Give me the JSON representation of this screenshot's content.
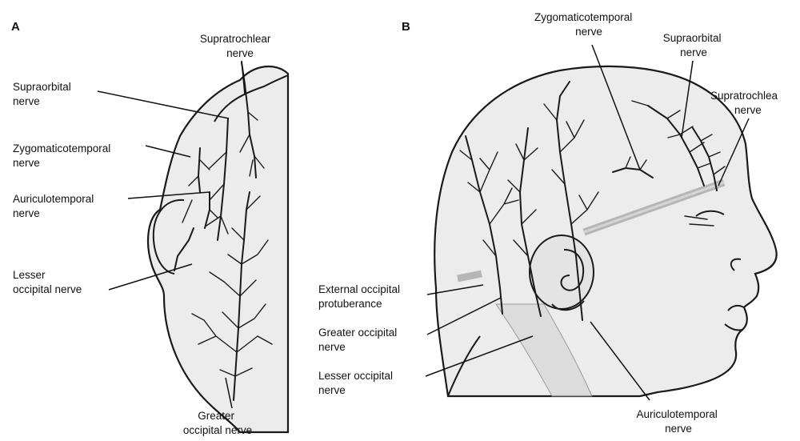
{
  "panels": {
    "a": {
      "letter": "A",
      "labels": {
        "supratrochlear": [
          "Supratrochlear",
          "nerve"
        ],
        "supraorbital": [
          "Supraorbital",
          "nerve"
        ],
        "zygomaticotemporal": [
          "Zygomaticotemporal",
          "nerve"
        ],
        "auriculotemporal": [
          "Auriculotemporal",
          "nerve"
        ],
        "lesser_occipital": [
          "Lesser",
          "occipital nerve"
        ],
        "greater_occipital": [
          "Greater",
          "occipital nerve"
        ]
      }
    },
    "b": {
      "letter": "B",
      "labels": {
        "zygomaticotemporal": [
          "Zygomaticotemporal",
          "nerve"
        ],
        "supraorbital": [
          "Supraorbital",
          "nerve"
        ],
        "supratrochlear": [
          "Supratrochlea",
          "nerve"
        ],
        "external_occipital": [
          "External occipital",
          "protuberance"
        ],
        "greater_occipital": [
          "Greater occipital",
          "nerve"
        ],
        "lesser_occipital": [
          "Lesser occipital",
          "nerve"
        ],
        "auriculotemporal": [
          "Auriculotemporal",
          "nerve"
        ]
      }
    }
  }
}
